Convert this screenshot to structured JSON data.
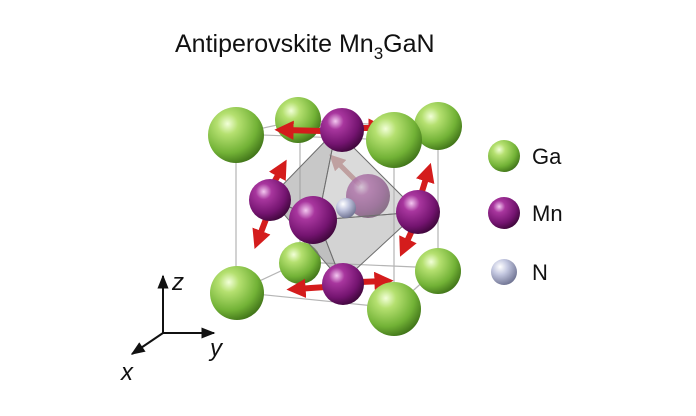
{
  "title": {
    "prefix": "Antiperovskite Mn",
    "subscript": "3",
    "suffix": "GaN"
  },
  "legend": [
    {
      "label": "Ga",
      "color": "#8cc63f",
      "icon": "green-sphere"
    },
    {
      "label": "Mn",
      "color": "#8b1a8b",
      "icon": "purple-sphere"
    },
    {
      "label": "N",
      "color": "#b8bcd8",
      "icon": "grey-blue-sphere"
    }
  ],
  "axes": {
    "x": "x",
    "y": "y",
    "z": "z"
  },
  "colors": {
    "ga": "#8cc63f",
    "mn": "#8b1a8b",
    "n": "#b8bcd8",
    "spin_arrow": "#cc1a1a",
    "octahedron": "#8a8a8a",
    "cell_edge": "#b5b5b5"
  }
}
